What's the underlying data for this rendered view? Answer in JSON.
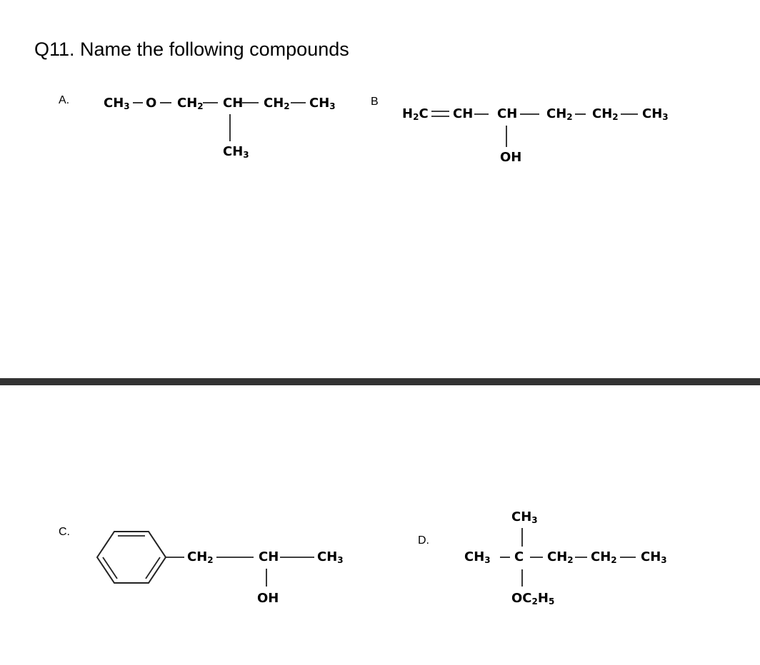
{
  "question": "Q11. Name the following compounds",
  "labels": {
    "a": "A.",
    "b": "B",
    "c": "C.",
    "d": "D."
  },
  "compound_a": {
    "ch3_1": "CH",
    "ch3_1_sub": "3",
    "o": "O",
    "ch2_1": "CH",
    "ch2_1_sub": "2",
    "ch": "CH",
    "ch2_2": "CH",
    "ch2_2_sub": "2",
    "ch3_2": "CH",
    "ch3_2_sub": "3",
    "branch": "CH",
    "branch_sub": "3"
  },
  "compound_b": {
    "h2c": "H",
    "h2c_sub": "2",
    "h2c_c": "C",
    "ch_1": "CH",
    "ch_2": "CH",
    "ch2_1": "CH",
    "ch2_1_sub": "2",
    "ch2_2": "CH",
    "ch2_2_sub": "2",
    "ch3": "CH",
    "ch3_sub": "3",
    "branch": "OH"
  },
  "compound_c": {
    "ch2": "CH",
    "ch2_sub": "2",
    "ch": "CH",
    "ch3": "CH",
    "ch3_sub": "3",
    "branch": "OH"
  },
  "compound_d": {
    "ch3_left": "CH",
    "ch3_left_sub": "3",
    "c": "C",
    "ch2_1": "CH",
    "ch2_1_sub": "2",
    "ch2_2": "CH",
    "ch2_2_sub": "2",
    "ch3_right": "CH",
    "ch3_right_sub": "3",
    "top": "CH",
    "top_sub": "3",
    "bottom": "OC",
    "bottom_sub1": "2",
    "bottom_h": "H",
    "bottom_sub2": "5"
  }
}
